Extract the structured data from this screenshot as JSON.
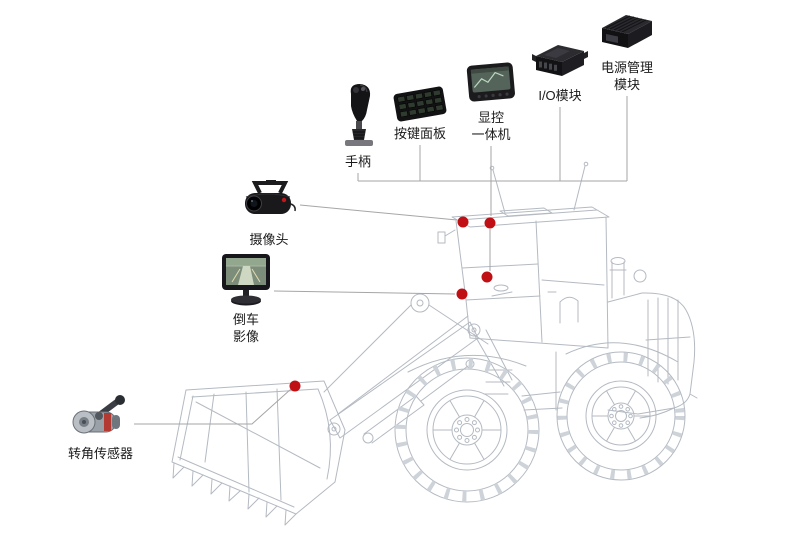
{
  "page": {
    "background": "#ffffff"
  },
  "colors": {
    "marker": "#c01015",
    "connector_line": "#a6a6a6",
    "machine_outline": "#b4bac2",
    "label_text": "#1a1a1a",
    "device_dark": "#19191c"
  },
  "components": [
    {
      "id": "joystick",
      "icon": "joystick-icon",
      "label": "手柄"
    },
    {
      "id": "keypad",
      "icon": "keypad-icon",
      "label": "按键面板"
    },
    {
      "id": "display-unit",
      "icon": "display-unit-icon",
      "label": "显控\n一体机"
    },
    {
      "id": "io-module",
      "icon": "io-module-icon",
      "label": "I/O模块"
    },
    {
      "id": "power-module",
      "icon": "power-module-icon",
      "label": "电源管理\n模块"
    },
    {
      "id": "camera",
      "icon": "camera-icon",
      "label": "摄像头"
    },
    {
      "id": "rearview-monitor",
      "icon": "rearview-monitor-icon",
      "label": "倒车\n影像"
    },
    {
      "id": "angle-sensor",
      "icon": "angle-sensor-icon",
      "label": "转角传感器"
    }
  ],
  "machine": {
    "illustration": "wheel-loader-line-art"
  },
  "markers": [
    "cab-roof-left",
    "cab-roof-right",
    "windshield",
    "cab-lower",
    "boom"
  ]
}
